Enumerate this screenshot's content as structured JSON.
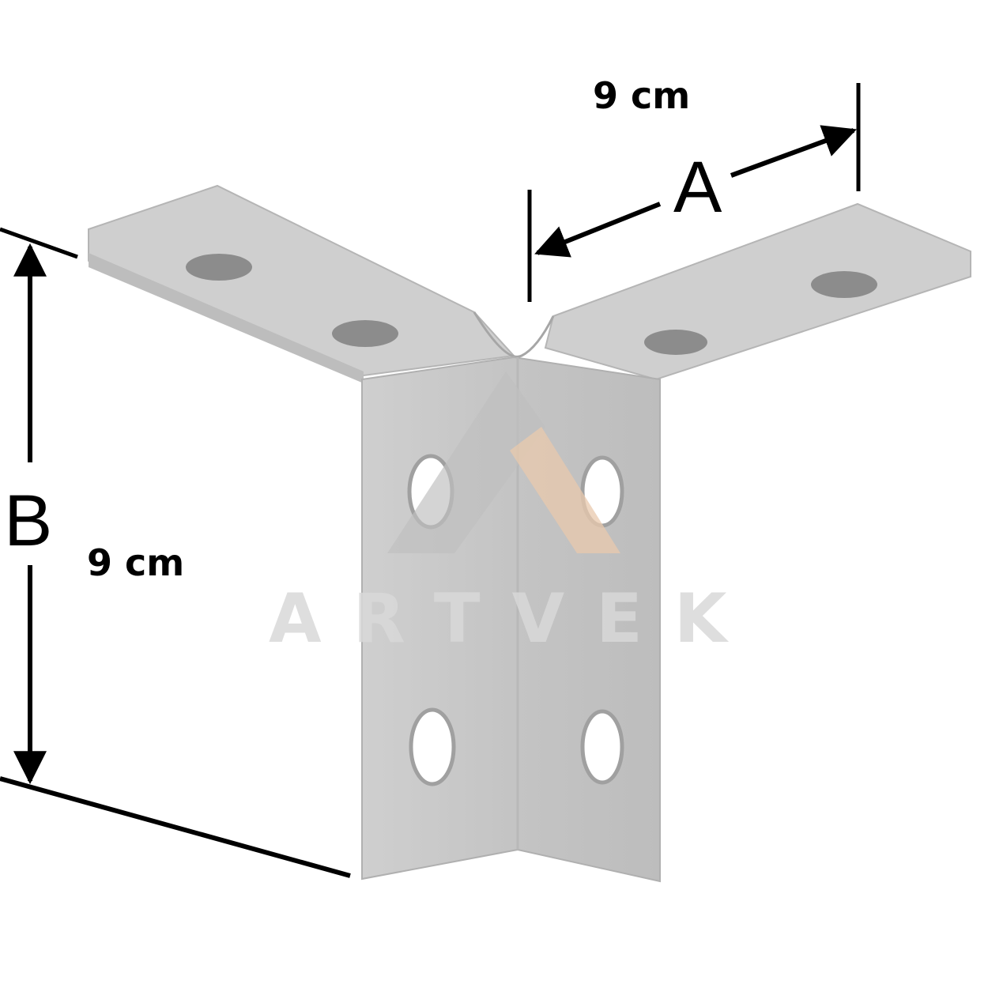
{
  "dimension_a": {
    "letter": "A",
    "value": "9 cm"
  },
  "dimension_b": {
    "letter": "B",
    "value": "9 cm"
  },
  "watermark": {
    "text": "ARTVEK",
    "accent_color": "#e8c9ad",
    "mark_color": "#bfbfbf"
  },
  "colors": {
    "metal": "#c9c9c9",
    "metal_edge": "#b3b3b3",
    "metal_shadow": "#a6a6a6",
    "hole": "#8c8c8c",
    "line": "#000000"
  }
}
